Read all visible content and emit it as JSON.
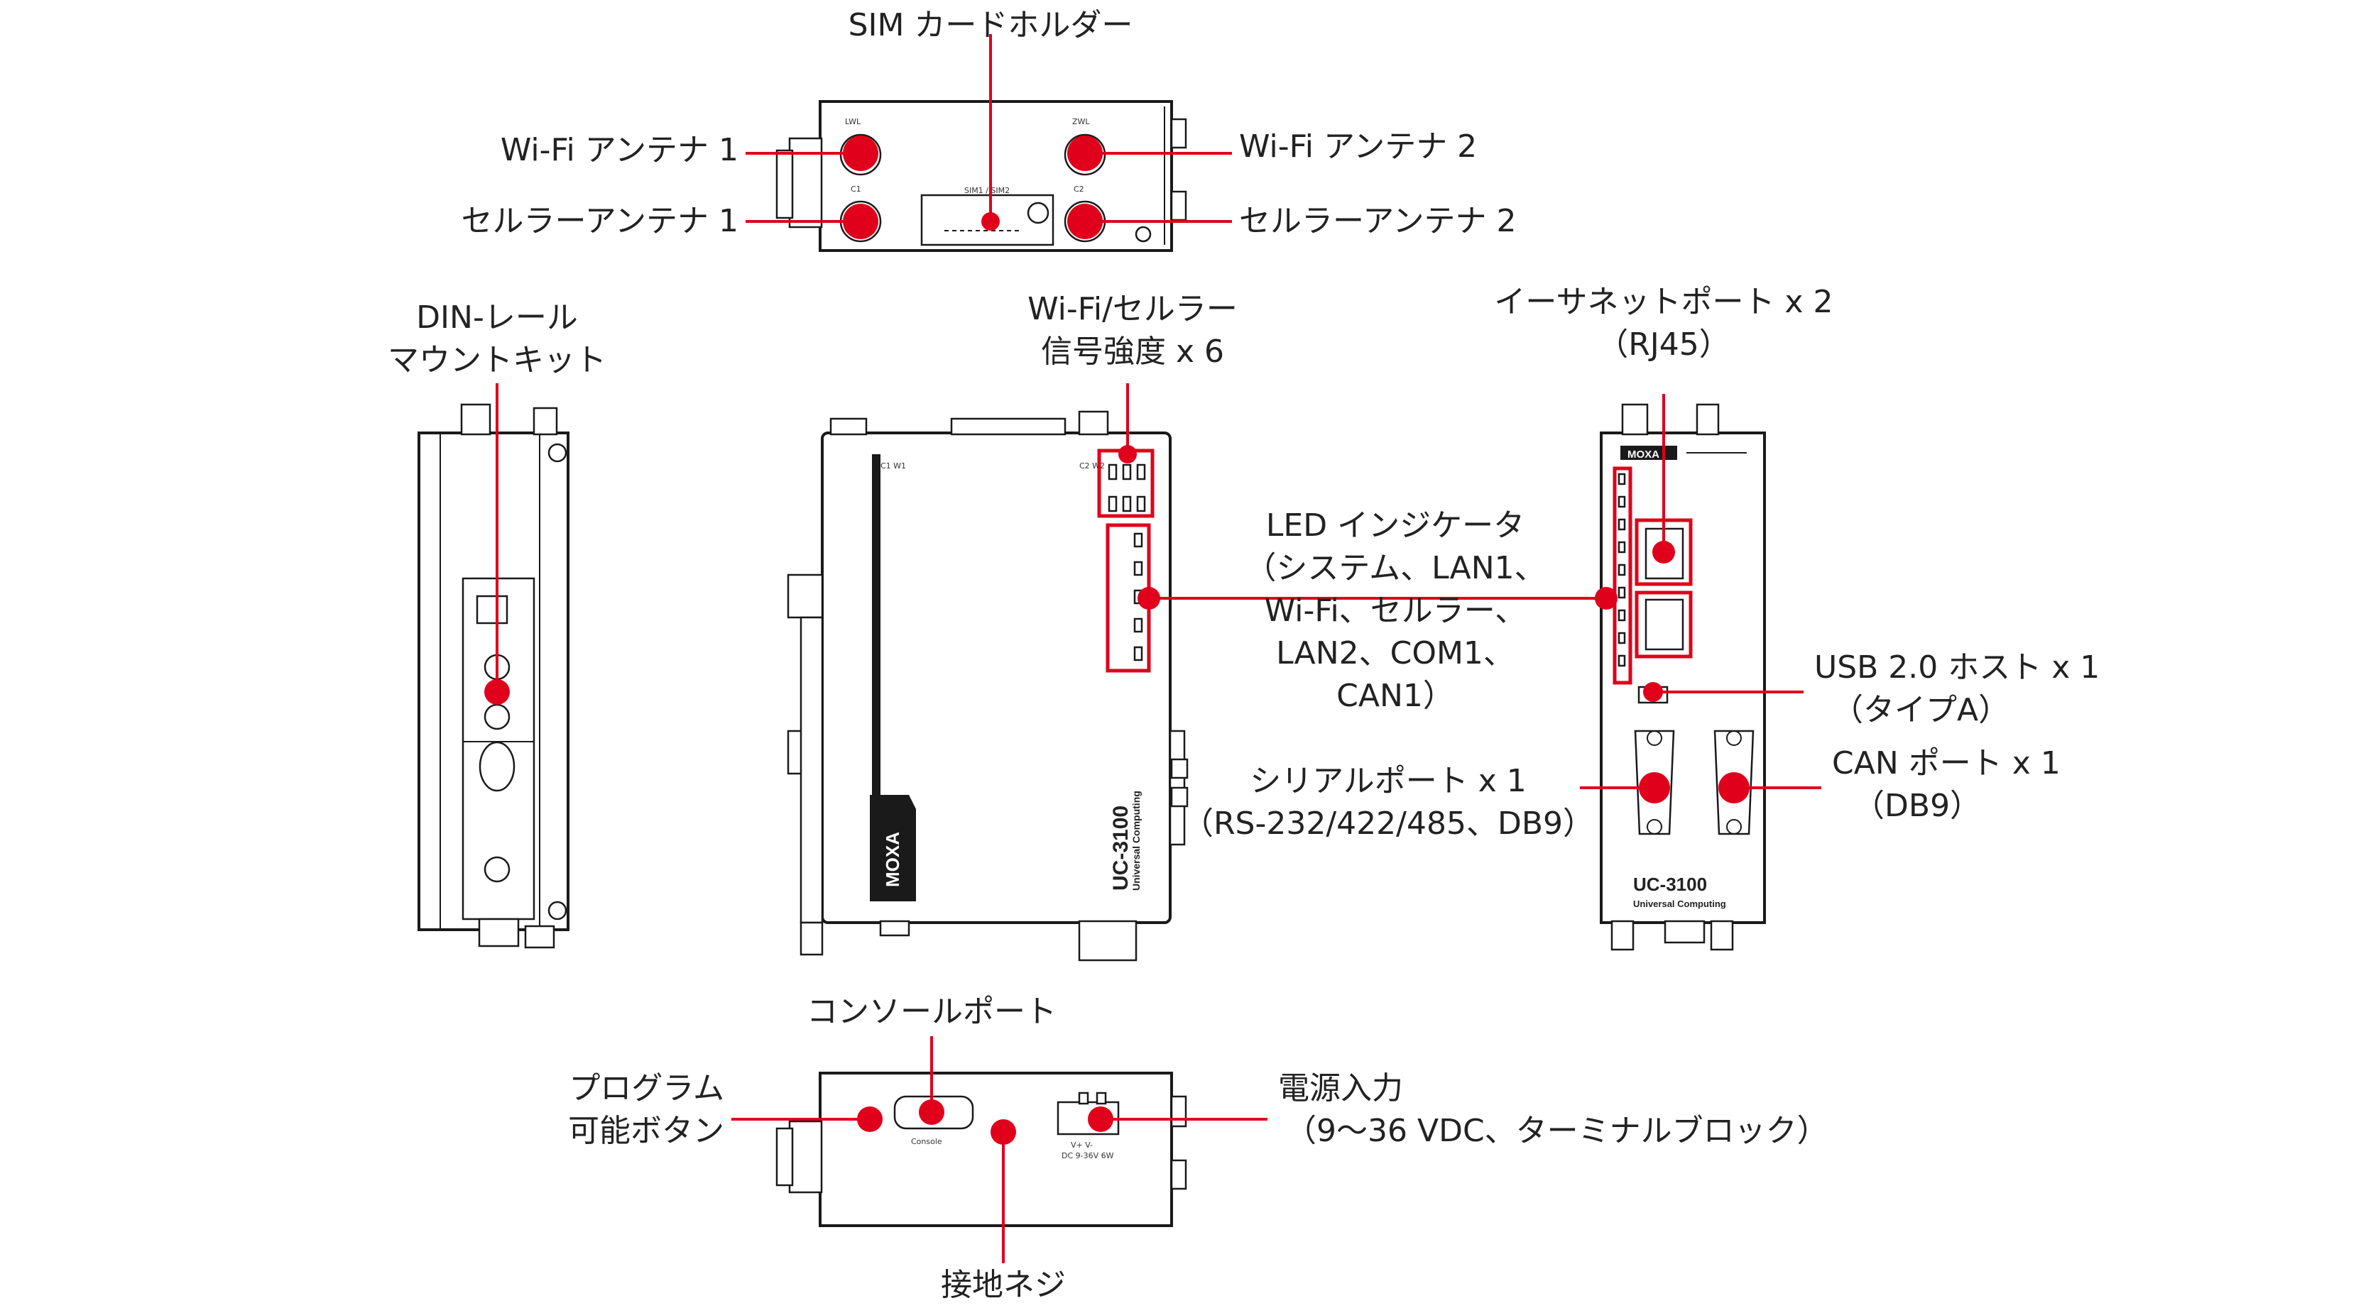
{
  "accent_color": "#e0001b",
  "device": {
    "brand": "MOXA",
    "model": "UC-3100",
    "tagline": "Universal Computing"
  },
  "panel_text": {
    "console": "Console",
    "power": "V+ V-",
    "power_rating": "DC 9-36V 6W"
  },
  "callouts": {
    "sim_holder": "SIM カードホルダー",
    "wifi_antenna_1": "Wi-Fi アンテナ 1",
    "wifi_antenna_2": "Wi-Fi アンテナ 2",
    "cell_antenna_1": "セルラーアンテナ 1",
    "cell_antenna_2": "セルラーアンテナ 2",
    "din_rail": [
      "DIN-レール",
      "マウントキット"
    ],
    "signal_strength": [
      "Wi-Fi/セルラー",
      "信号強度 x 6"
    ],
    "led_indicators": [
      "LED インジケータ",
      "（システム、LAN1、",
      "Wi-Fi、セルラー、",
      "LAN2、COM1、",
      "CAN1）"
    ],
    "ethernet": [
      "イーサネットポート x 2",
      "（RJ45）"
    ],
    "usb": [
      "USB 2.0 ホスト x 1",
      "（タイプA）"
    ],
    "can_port": [
      "CAN ポート x 1",
      "（DB9）"
    ],
    "serial_port": [
      "シリアルポート x 1",
      "（RS-232/422/485、DB9）"
    ],
    "console_port": "コンソールポート",
    "program_button": [
      "プログラム",
      "可能ボタン"
    ],
    "power_input": [
      "電源入力",
      "（9～36 VDC、ターミナルブロック）"
    ],
    "ground_screw": "接地ネジ"
  }
}
